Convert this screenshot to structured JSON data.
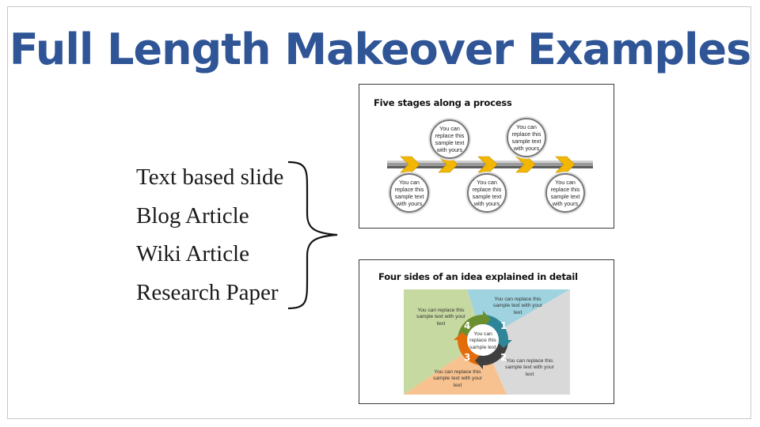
{
  "slide": {
    "title": "Full Length Makeover Examples",
    "items": [
      "Text based slide",
      "Blog Article",
      "Wiki Article",
      "Research Paper"
    ]
  },
  "panel_1": {
    "title": "Five stages along a process",
    "stages": [
      "You can replace this sample text with yours",
      "You can replace this sample text with yours",
      "You can replace this sample text with yours",
      "You can replace this sample text with yours",
      "You can replace this sample text with yours"
    ]
  },
  "panel_2": {
    "title": "Four sides of an idea explained in detail",
    "center": "You can replace this sample text",
    "sides": [
      {
        "number": "1",
        "text": "You can replace this sample text with your text"
      },
      {
        "number": "2",
        "text": "You can replace this sample text with your text"
      },
      {
        "number": "3",
        "text": "You can replace this sample text with your text"
      },
      {
        "number": "4",
        "text": "You can replace this sample text with your text"
      }
    ]
  },
  "colors": {
    "title": "#2f5597",
    "arrow": "#f2b705",
    "green": "#c6d9a0",
    "blue": "#9fd3df",
    "gray": "#d9d9d9",
    "orange": "#f7c28f"
  }
}
